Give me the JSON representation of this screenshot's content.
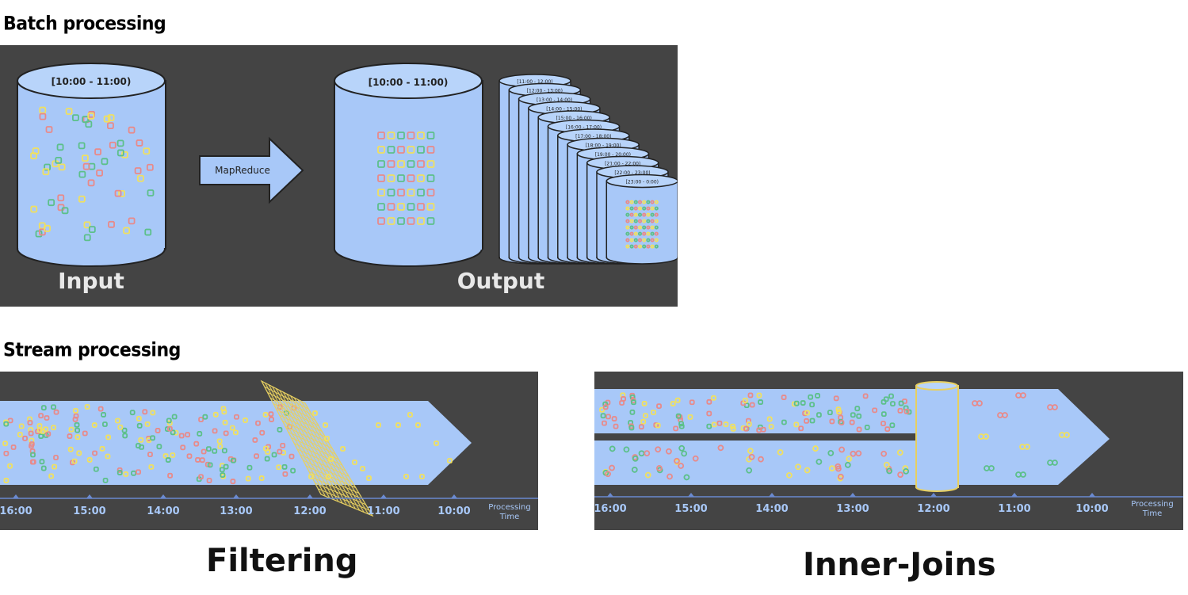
{
  "batch": {
    "title": "Batch processing",
    "input_range": "[10:00 - 11:00)",
    "arrow_label": "MapReduce",
    "output_range": "[10:00 - 11:00)",
    "stack_ranges": [
      "[11:00 - 12:00)",
      "[12:00 - 13:00)",
      "[13:00 - 14:00)",
      "[14:00 - 15:00)",
      "[15:00 - 16:00)",
      "[16:00 - 17:00)",
      "[17:00 - 18:00)",
      "[18:00 - 19:00)",
      "[19:00 - 20:00)",
      "[21:00 - 22:00)",
      "[22:00 - 23:00)",
      "[23:00 - 0:00)"
    ],
    "input_label": "Input",
    "output_label": "Output"
  },
  "stream": {
    "title": "Stream processing",
    "filtering": {
      "ticks": [
        "16:00",
        "15:00",
        "14:00",
        "13:00",
        "12:00",
        "11:00",
        "10:00"
      ],
      "axis_label": [
        "Processing",
        "Time"
      ],
      "caption": "Filtering"
    },
    "joins": {
      "ticks": [
        "16:00",
        "15:00",
        "14:00",
        "13:00",
        "12:00",
        "11:00",
        "10:00"
      ],
      "axis_label": [
        "Processing",
        "Time"
      ],
      "caption": "Inner-Joins"
    }
  },
  "colors": {
    "panel_bg": "#444444",
    "cylinder_fill": "#a8c8f8",
    "stream_fill": "#a8c8f8",
    "grid_yellow": "#e8d060",
    "dot_red": "#e88a8a",
    "dot_yellow": "#f0e060",
    "dot_green": "#5cc08a"
  }
}
